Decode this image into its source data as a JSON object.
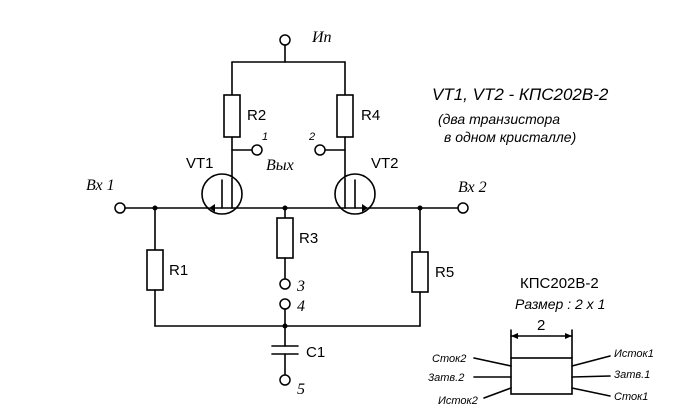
{
  "power": {
    "label": "Ип"
  },
  "inputs": {
    "in1": "Вх 1",
    "in2": "Вх 2"
  },
  "output": {
    "label": "Вых",
    "pin1": "1",
    "pin2": "2"
  },
  "transistors": {
    "vt1": "VT1",
    "vt2": "VT2"
  },
  "resistors": {
    "r1": "R1",
    "r2": "R2",
    "r3": "R3",
    "r4": "R4",
    "r5": "R5"
  },
  "capacitor": {
    "c1": "C1"
  },
  "nodes": {
    "n3": "3",
    "n4": "4",
    "n5": "5"
  },
  "note": {
    "line1": "VT1, VT2 - КПС202В-2",
    "line2": "(два транзистора",
    "line3": "в одном кристалле)"
  },
  "package": {
    "title": "КПС202В-2",
    "size": "Размер : 2 х 1",
    "dim": "2",
    "pins": {
      "left_top": "Сток2",
      "left_mid": "3атв.2",
      "left_bot": "Исток2",
      "right_top": "Исток1",
      "right_mid": "3атв.1",
      "right_bot": "Сток1"
    }
  }
}
